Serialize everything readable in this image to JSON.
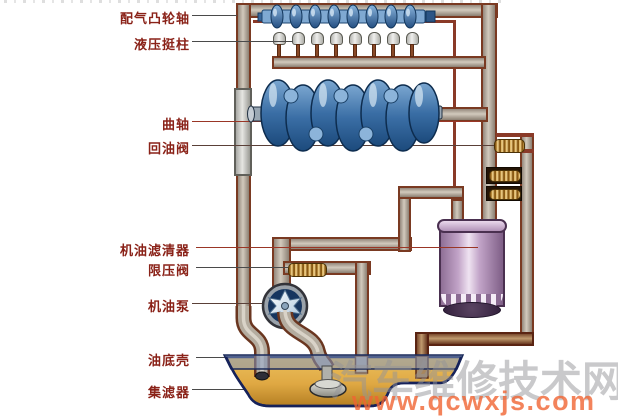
{
  "diagram_title": "engine-lubrication-system",
  "labels": [
    {
      "id": "camshaft",
      "text": "配气凸轮轴"
    },
    {
      "id": "hydraulic-tappet",
      "text": "液压挺柱"
    },
    {
      "id": "crankshaft",
      "text": "曲轴"
    },
    {
      "id": "oil-return-valve",
      "text": "回油阀"
    },
    {
      "id": "oil-filter",
      "text": "机油滤清器"
    },
    {
      "id": "pressure-limiting-valve",
      "text": "限压阀"
    },
    {
      "id": "oil-pump",
      "text": "机油泵"
    },
    {
      "id": "oil-pan",
      "text": "油底壳"
    },
    {
      "id": "oil-strainer",
      "text": "集滤器"
    }
  ],
  "watermark": {
    "site_name": "汽车维修技术网",
    "url": "www.qcwxjs.com"
  },
  "components": [
    {
      "name": "camshaft-icon"
    },
    {
      "name": "hydraulic-tappets-icon",
      "count": 8
    },
    {
      "name": "crankshaft-icon"
    },
    {
      "name": "oil-return-valve-springs-icon",
      "count": 3
    },
    {
      "name": "oil-filter-icon"
    },
    {
      "name": "pressure-limiting-valve-spring-icon"
    },
    {
      "name": "oil-pump-icon"
    },
    {
      "name": "oil-pan-icon"
    },
    {
      "name": "oil-strainer-icon"
    }
  ],
  "colors": {
    "label_text": "#8a2218",
    "pipe_border": "#7a3a22",
    "machinery_blue": "#3a6ea5",
    "spring_gold": "#d9ad58",
    "filter_lavender": "#c2a4c8",
    "oil_amber": "#e9bd55",
    "pan_outline": "#16225a",
    "watermark_grey": "#949498",
    "watermark_orange": "#f06432"
  }
}
